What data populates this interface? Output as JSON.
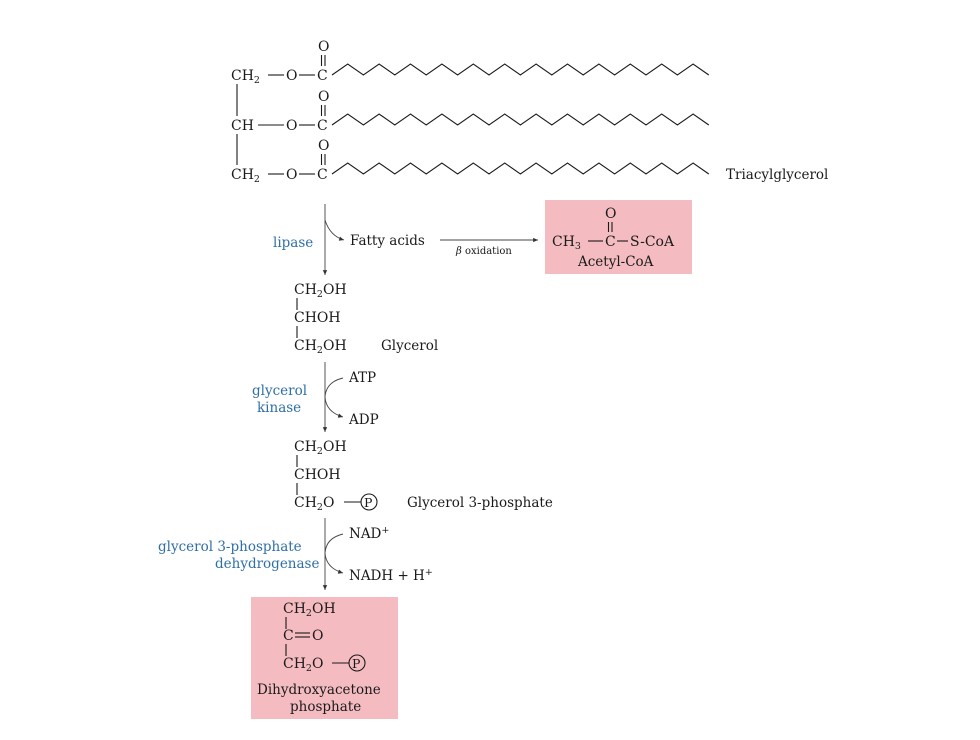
{
  "colors": {
    "highlight_box": "#f4bcc1",
    "enzyme_text": "#2e6fa8",
    "ink": "#1a1a1a"
  },
  "triacylglycerol": {
    "name": "Triacylglycerol",
    "row_carbons": [
      "CH",
      "CH",
      "CH"
    ],
    "row_subscripts": [
      "2",
      "",
      "2"
    ],
    "oxygen": "O",
    "carbonyl_c": "C",
    "carbonyl_o": "O"
  },
  "lipase_step": {
    "enzyme": "lipase",
    "product": "Fatty acids",
    "beta_symbol": "β",
    "pathway": " oxidation"
  },
  "acetyl_coa": {
    "ch": "CH",
    "ch_sub": "3",
    "c": "C",
    "o": "O",
    "scoa": "S-CoA",
    "name": "Acetyl-CoA"
  },
  "glycerol": {
    "line1": "CH",
    "line1_sub": "2",
    "line1_tail": "OH",
    "line2": "CHOH",
    "line3": "CH",
    "line3_sub": "2",
    "line3_tail": "OH",
    "name": "Glycerol"
  },
  "kinase_step": {
    "enzyme_line1": "glycerol",
    "enzyme_line2": "kinase",
    "input": "ATP",
    "output": "ADP"
  },
  "glycerol_3_phosphate": {
    "line1": "CH",
    "line1_sub": "2",
    "line1_tail": "OH",
    "line2": "CHOH",
    "line3": "CH",
    "line3_sub": "2",
    "line3_tail": "O",
    "phosphate": "P",
    "name": "Glycerol 3-phosphate"
  },
  "dehydrogenase_step": {
    "enzyme_line1": "glycerol 3-phosphate",
    "enzyme_line2": "dehydrogenase",
    "input": "NAD",
    "input_sup": "+",
    "output": "NADH + H",
    "output_sup": "+"
  },
  "dhap": {
    "line1": "CH",
    "line1_sub": "2",
    "line1_tail": "OH",
    "line2": "C",
    "line2_tail": "O",
    "line3": "CH",
    "line3_sub": "2",
    "line3_tail": "O",
    "phosphate": "P",
    "name_line1": "Dihydroxyacetone",
    "name_line2": "phosphate"
  }
}
